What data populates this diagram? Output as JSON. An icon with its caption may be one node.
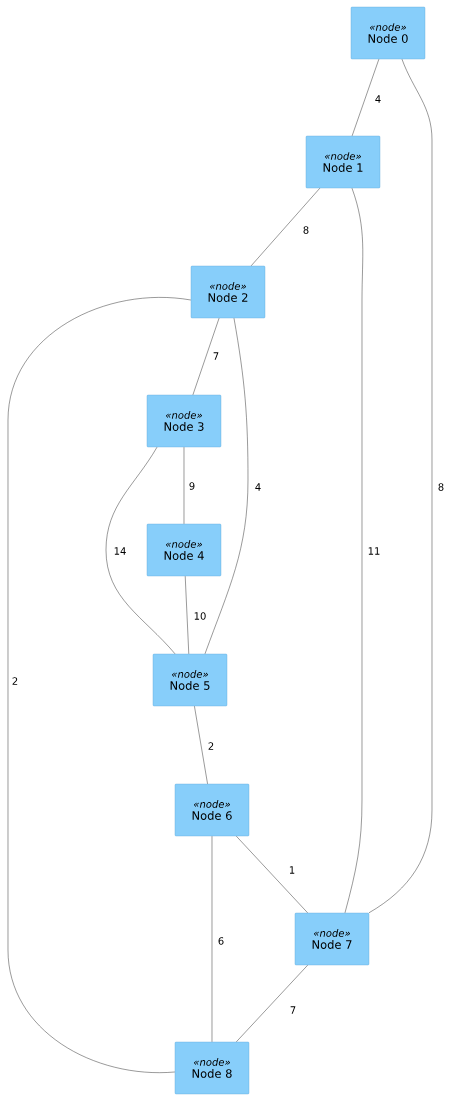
{
  "diagram": {
    "nodes": [
      {
        "text": [
          "«node»",
          "Node 0"
        ]
      },
      {
        "text": [
          "«node»",
          "Node 1"
        ]
      },
      {
        "text": [
          "«node»",
          "Node 2"
        ]
      },
      {
        "text": [
          "«node»",
          "Node 3"
        ]
      },
      {
        "text": [
          "«node»",
          "Node 4"
        ]
      },
      {
        "text": [
          "«node»",
          "Node 5"
        ]
      },
      {
        "text": [
          "«node»",
          "Node 6"
        ]
      },
      {
        "text": [
          "«node»",
          "Node 7"
        ]
      },
      {
        "text": [
          "«node»",
          "Node 8"
        ]
      }
    ],
    "edges": [
      {
        "from": 0,
        "to": 1,
        "arrow": "none",
        "label": "4"
      },
      {
        "from": 0,
        "to": 7,
        "arrow": "none",
        "label": "8"
      },
      {
        "from": 1,
        "to": 2,
        "arrow": "none",
        "label": "8"
      },
      {
        "from": 1,
        "to": 7,
        "arrow": "none",
        "label": "11"
      },
      {
        "from": 2,
        "to": 3,
        "arrow": "none",
        "label": "7"
      },
      {
        "from": 2,
        "to": 5,
        "arrow": "none",
        "label": "4"
      },
      {
        "from": 2,
        "to": 8,
        "arrow": "none",
        "label": "2"
      },
      {
        "from": 3,
        "to": 4,
        "arrow": "none",
        "label": "9"
      },
      {
        "from": 3,
        "to": 5,
        "arrow": "none",
        "label": "14"
      },
      {
        "from": 4,
        "to": 5,
        "arrow": "none",
        "label": "10"
      },
      {
        "from": 5,
        "to": 6,
        "arrow": "none",
        "label": "2"
      },
      {
        "from": 6,
        "to": 7,
        "arrow": "none",
        "label": "1"
      },
      {
        "from": 6,
        "to": 8,
        "arrow": "none",
        "label": "6"
      },
      {
        "from": 7,
        "to": 8,
        "arrow": "none",
        "label": "7"
      }
    ]
  }
}
